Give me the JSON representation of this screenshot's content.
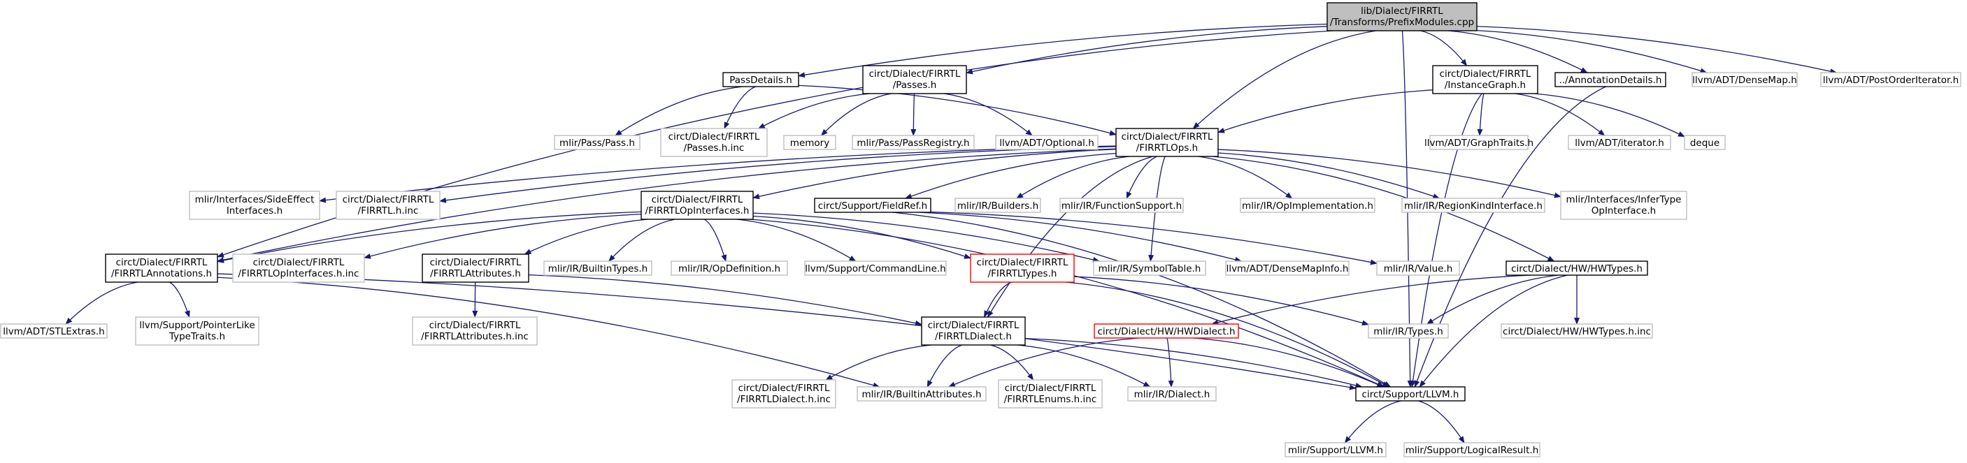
{
  "nodes": [
    {
      "id": "root",
      "lines": [
        "lib/Dialect/FIRRTL",
        "/Transforms/PrefixModules.cpp"
      ],
      "style": "root"
    },
    {
      "id": "passdetails",
      "lines": [
        "PassDetails.h"
      ],
      "style": "doc"
    },
    {
      "id": "passes",
      "lines": [
        "circt/Dialect/FIRRTL",
        "/Passes.h"
      ],
      "style": "doc"
    },
    {
      "id": "instancegraph",
      "lines": [
        "circt/Dialect/FIRRTL",
        "/InstanceGraph.h"
      ],
      "style": "doc"
    },
    {
      "id": "annotdetails",
      "lines": [
        "../AnnotationDetails.h"
      ],
      "style": "doc"
    },
    {
      "id": "densemap",
      "lines": [
        "llvm/ADT/DenseMap.h"
      ],
      "style": "ext"
    },
    {
      "id": "postorder",
      "lines": [
        "llvm/ADT/PostOrderIterator.h"
      ],
      "style": "ext"
    },
    {
      "id": "mlirpass",
      "lines": [
        "mlir/Pass/Pass.h"
      ],
      "style": "ext"
    },
    {
      "id": "passesinc",
      "lines": [
        "circt/Dialect/FIRRTL",
        "/Passes.h.inc"
      ],
      "style": "ext"
    },
    {
      "id": "memory",
      "lines": [
        "memory"
      ],
      "style": "ext"
    },
    {
      "id": "passregistry",
      "lines": [
        "mlir/Pass/PassRegistry.h"
      ],
      "style": "ext"
    },
    {
      "id": "optional",
      "lines": [
        "llvm/ADT/Optional.h"
      ],
      "style": "ext"
    },
    {
      "id": "firrtlops",
      "lines": [
        "circt/Dialect/FIRRTL",
        "/FIRRTLOps.h"
      ],
      "style": "doc"
    },
    {
      "id": "graphtraits",
      "lines": [
        "llvm/ADT/GraphTraits.h"
      ],
      "style": "ext"
    },
    {
      "id": "iterator",
      "lines": [
        "llvm/ADT/iterator.h"
      ],
      "style": "ext"
    },
    {
      "id": "deque",
      "lines": [
        "deque"
      ],
      "style": "ext"
    },
    {
      "id": "sideeffect",
      "lines": [
        "mlir/Interfaces/SideEffect",
        "Interfaces.h"
      ],
      "style": "ext"
    },
    {
      "id": "firrtlhinc",
      "lines": [
        "circt/Dialect/FIRRTL",
        "/FIRRTL.h.inc"
      ],
      "style": "ext"
    },
    {
      "id": "opinterfaces",
      "lines": [
        "circt/Dialect/FIRRTL",
        "/FIRRTLOpInterfaces.h"
      ],
      "style": "doc"
    },
    {
      "id": "fieldref",
      "lines": [
        "circt/Support/FieldRef.h"
      ],
      "style": "doc"
    },
    {
      "id": "builders",
      "lines": [
        "mlir/IR/Builders.h"
      ],
      "style": "ext"
    },
    {
      "id": "functionsupport",
      "lines": [
        "mlir/IR/FunctionSupport.h"
      ],
      "style": "ext"
    },
    {
      "id": "opimpl",
      "lines": [
        "mlir/IR/OpImplementation.h"
      ],
      "style": "ext"
    },
    {
      "id": "regionkind",
      "lines": [
        "mlir/IR/RegionKindInterface.h"
      ],
      "style": "ext"
    },
    {
      "id": "infertype",
      "lines": [
        "mlir/Interfaces/InferType",
        "OpInterface.h"
      ],
      "style": "ext"
    },
    {
      "id": "annotations",
      "lines": [
        "circt/Dialect/FIRRTL",
        "/FIRRTLAnnotations.h"
      ],
      "style": "doc"
    },
    {
      "id": "opinterfacesinc",
      "lines": [
        "circt/Dialect/FIRRTL",
        "/FIRRTLOpInterfaces.h.inc"
      ],
      "style": "ext"
    },
    {
      "id": "attributes",
      "lines": [
        "circt/Dialect/FIRRTL",
        "/FIRRTLAttributes.h"
      ],
      "style": "doc"
    },
    {
      "id": "builtintypes",
      "lines": [
        "mlir/IR/BuiltinTypes.h"
      ],
      "style": "ext"
    },
    {
      "id": "opdefinition",
      "lines": [
        "mlir/IR/OpDefinition.h"
      ],
      "style": "ext"
    },
    {
      "id": "commandline",
      "lines": [
        "llvm/Support/CommandLine.h"
      ],
      "style": "ext"
    },
    {
      "id": "firrtltypes",
      "lines": [
        "circt/Dialect/FIRRTL",
        "/FIRRTLTypes.h"
      ],
      "style": "red"
    },
    {
      "id": "symboltable",
      "lines": [
        "mlir/IR/SymbolTable.h"
      ],
      "style": "ext"
    },
    {
      "id": "densemapinfo",
      "lines": [
        "llvm/ADT/DenseMapInfo.h"
      ],
      "style": "ext"
    },
    {
      "id": "value",
      "lines": [
        "mlir/IR/Value.h"
      ],
      "style": "ext"
    },
    {
      "id": "hwtypes",
      "lines": [
        "circt/Dialect/HW/HWTypes.h"
      ],
      "style": "doc"
    },
    {
      "id": "stlextras",
      "lines": [
        "llvm/ADT/STLExtras.h"
      ],
      "style": "ext"
    },
    {
      "id": "pointerlike",
      "lines": [
        "llvm/Support/PointerLike",
        "TypeTraits.h"
      ],
      "style": "ext"
    },
    {
      "id": "attributesinc",
      "lines": [
        "circt/Dialect/FIRRTL",
        "/FIRRTLAttributes.h.inc"
      ],
      "style": "ext"
    },
    {
      "id": "firrtldialect",
      "lines": [
        "circt/Dialect/FIRRTL",
        "/FIRRTLDialect.h"
      ],
      "style": "doc"
    },
    {
      "id": "hwdialect",
      "lines": [
        "circt/Dialect/HW/HWDialect.h"
      ],
      "style": "red"
    },
    {
      "id": "irtypes",
      "lines": [
        "mlir/IR/Types.h"
      ],
      "style": "ext"
    },
    {
      "id": "hwtypesinc",
      "lines": [
        "circt/Dialect/HW/HWTypes.h.inc"
      ],
      "style": "ext"
    },
    {
      "id": "dialectinc",
      "lines": [
        "circt/Dialect/FIRRTL",
        "/FIRRTLDialect.h.inc"
      ],
      "style": "ext"
    },
    {
      "id": "builtinattrs",
      "lines": [
        "mlir/IR/BuiltinAttributes.h"
      ],
      "style": "ext"
    },
    {
      "id": "enumsinc",
      "lines": [
        "circt/Dialect/FIRRTL",
        "/FIRRTLEnums.h.inc"
      ],
      "style": "ext"
    },
    {
      "id": "irdialect",
      "lines": [
        "mlir/IR/Dialect.h"
      ],
      "style": "ext"
    },
    {
      "id": "supportllvm",
      "lines": [
        "circt/Support/LLVM.h"
      ],
      "style": "doc"
    },
    {
      "id": "mlirsupportllvm",
      "lines": [
        "mlir/Support/LLVM.h"
      ],
      "style": "ext"
    },
    {
      "id": "logicalresult",
      "lines": [
        "mlir/Support/LogicalResult.h"
      ],
      "style": "ext"
    }
  ],
  "edges": [
    [
      "root",
      "passdetails"
    ],
    [
      "root",
      "passes"
    ],
    [
      "root",
      "firrtlops"
    ],
    [
      "root",
      "instancegraph"
    ],
    [
      "root",
      "annotdetails"
    ],
    [
      "root",
      "densemap"
    ],
    [
      "root",
      "postorder"
    ],
    [
      "root",
      "annotations"
    ],
    [
      "root",
      "supportllvm"
    ],
    [
      "passdetails",
      "mlirpass"
    ],
    [
      "passdetails",
      "passesinc"
    ],
    [
      "passdetails",
      "firrtlops"
    ],
    [
      "passes",
      "passesinc"
    ],
    [
      "passes",
      "memory"
    ],
    [
      "passes",
      "passregistry"
    ],
    [
      "passes",
      "optional"
    ],
    [
      "instancegraph",
      "firrtlops"
    ],
    [
      "instancegraph",
      "graphtraits"
    ],
    [
      "instancegraph",
      "iterator"
    ],
    [
      "instancegraph",
      "deque"
    ],
    [
      "instancegraph",
      "supportllvm"
    ],
    [
      "annotdetails",
      "supportllvm"
    ],
    [
      "firrtlops",
      "sideeffect"
    ],
    [
      "firrtlops",
      "firrtlhinc"
    ],
    [
      "firrtlops",
      "opinterfaces"
    ],
    [
      "firrtlops",
      "fieldref"
    ],
    [
      "firrtlops",
      "builders"
    ],
    [
      "firrtlops",
      "functionsupport"
    ],
    [
      "firrtlops",
      "opimpl"
    ],
    [
      "firrtlops",
      "regionkind"
    ],
    [
      "firrtlops",
      "infertype"
    ],
    [
      "firrtlops",
      "annotations"
    ],
    [
      "firrtlops",
      "symboltable"
    ],
    [
      "firrtlops",
      "firrtldialect"
    ],
    [
      "firrtlops",
      "hwtypes"
    ],
    [
      "opinterfaces",
      "opinterfacesinc"
    ],
    [
      "opinterfaces",
      "attributes"
    ],
    [
      "opinterfaces",
      "builtintypes"
    ],
    [
      "opinterfaces",
      "opdefinition"
    ],
    [
      "opinterfaces",
      "commandline"
    ],
    [
      "opinterfaces",
      "firrtltypes"
    ],
    [
      "opinterfaces",
      "symboltable"
    ],
    [
      "opinterfaces",
      "annotations"
    ],
    [
      "opinterfaces",
      "supportllvm"
    ],
    [
      "fieldref",
      "densemapinfo"
    ],
    [
      "fieldref",
      "value"
    ],
    [
      "fieldref",
      "supportllvm"
    ],
    [
      "annotations",
      "stlextras"
    ],
    [
      "annotations",
      "pointerlike"
    ],
    [
      "annotations",
      "builtinattrs"
    ],
    [
      "annotations",
      "supportllvm"
    ],
    [
      "attributes",
      "attributesinc"
    ],
    [
      "attributes",
      "firrtldialect"
    ],
    [
      "firrtltypes",
      "firrtldialect"
    ],
    [
      "firrtltypes",
      "irtypes"
    ],
    [
      "firrtltypes",
      "supportllvm"
    ],
    [
      "hwtypes",
      "hwdialect"
    ],
    [
      "hwtypes",
      "irtypes"
    ],
    [
      "hwtypes",
      "hwtypesinc"
    ],
    [
      "hwtypes",
      "supportllvm"
    ],
    [
      "firrtldialect",
      "dialectinc"
    ],
    [
      "firrtldialect",
      "builtinattrs"
    ],
    [
      "firrtldialect",
      "enumsinc"
    ],
    [
      "firrtldialect",
      "irdialect"
    ],
    [
      "firrtldialect",
      "supportllvm"
    ],
    [
      "hwdialect",
      "builtinattrs"
    ],
    [
      "hwdialect",
      "irdialect"
    ],
    [
      "hwdialect",
      "supportllvm"
    ],
    [
      "supportllvm",
      "mlirsupportllvm"
    ],
    [
      "supportllvm",
      "logicalresult"
    ]
  ],
  "colors": {
    "edge": "#191970",
    "root_fill": "#bfbfbf",
    "doc_border": "#000000",
    "ext_border": "#bfbfbf",
    "red_border": "#ff0000",
    "background": "#ffffff"
  }
}
